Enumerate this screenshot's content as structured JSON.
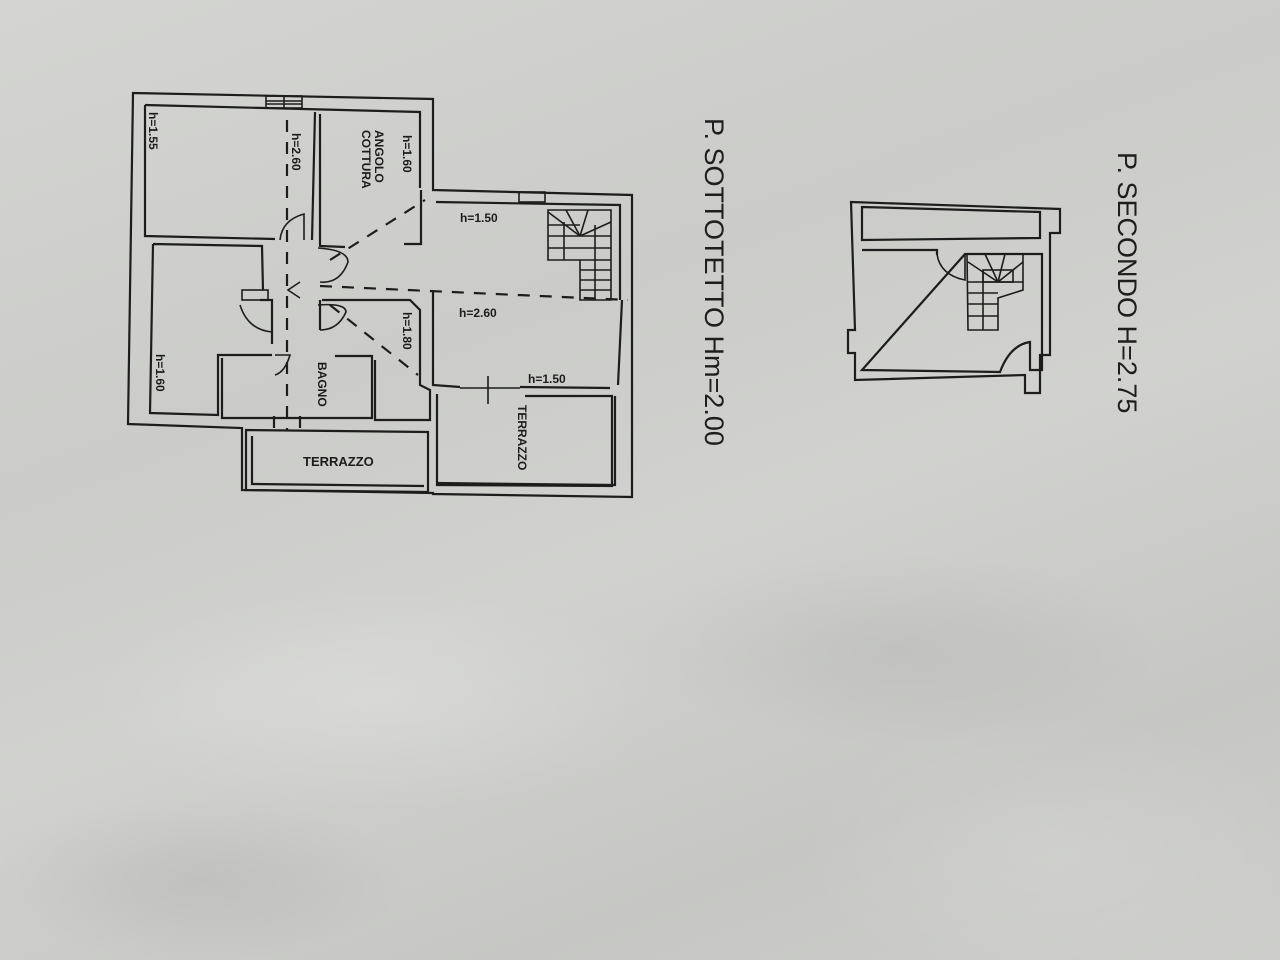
{
  "document": {
    "type": "floor-plan",
    "paper_color": "#cfd0cd",
    "ink_color": "#1d1d1d"
  },
  "plans": [
    {
      "id": "sottotetto",
      "title": "P. SOTTOTETTO Hm=2.00",
      "rooms": [
        {
          "name": "room-top-left",
          "label": "",
          "height": "h=1.55"
        },
        {
          "name": "corridor",
          "label": "",
          "height": "h=2.60"
        },
        {
          "name": "angolo-cottura",
          "label_line1": "ANGOLO",
          "label_line2": "COTTURA",
          "height": "h=1.60"
        },
        {
          "name": "room-bottom-left",
          "label": "",
          "height": "h=1.60"
        },
        {
          "name": "bagno",
          "label": "BAGNO",
          "height": ""
        },
        {
          "name": "room-small-right",
          "label": "",
          "height": "h=1.80"
        },
        {
          "name": "living-top",
          "label": "",
          "height": "h=1.50"
        },
        {
          "name": "living-center",
          "label": "",
          "height": "h=2.60"
        },
        {
          "name": "living-bottom",
          "label": "",
          "height": "h=1.50"
        },
        {
          "name": "terrazzo-bottom",
          "label": "TERRAZZO",
          "height": ""
        },
        {
          "name": "terrazzo-right",
          "label": "TERRAZZO",
          "height": ""
        }
      ]
    },
    {
      "id": "secondo",
      "title": "P. SECONDO H=2.75",
      "rooms": []
    }
  ]
}
